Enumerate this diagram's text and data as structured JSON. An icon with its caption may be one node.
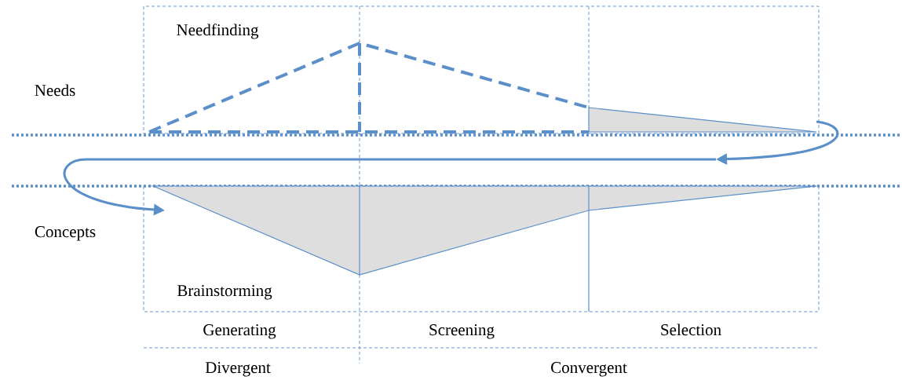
{
  "diagram": {
    "labels": [
      "Needfinding",
      "Needs",
      "Concepts",
      "Brainstorming",
      "Generating",
      "Screening",
      "Selection",
      "Divergent",
      "Convergent"
    ]
  }
}
